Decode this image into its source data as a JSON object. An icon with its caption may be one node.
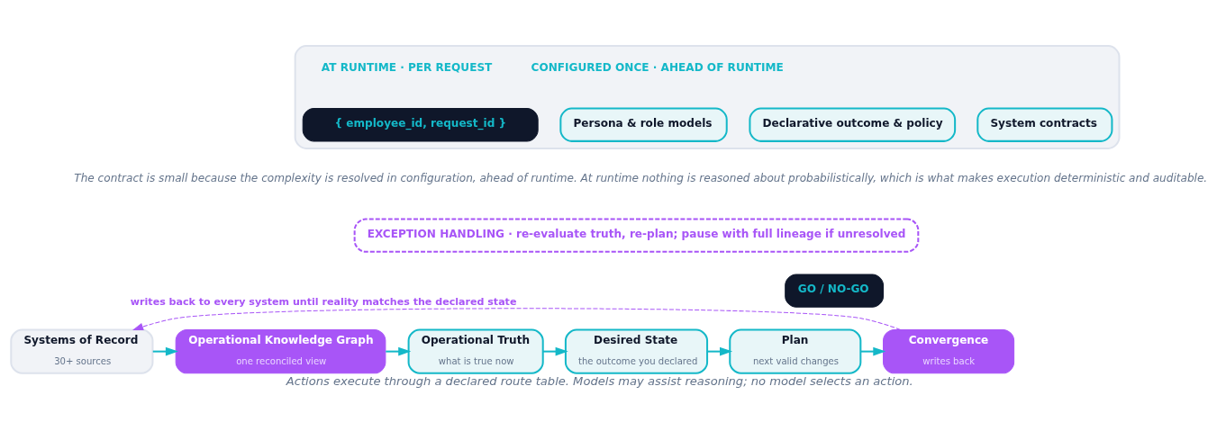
{
  "diagram": {
    "caption": "Actions execute through a declared route table. Models may assist reasoning; no model selects an action.",
    "nodes": [
      {
        "text": [],
        "shape": "box"
      },
      {
        "text": [
          "{ employee_id, request_id }"
        ],
        "in": 0
      },
      {
        "text": [
          "Persona & role models"
        ],
        "in": 0
      },
      {
        "text": [
          "Declarative outcome & policy"
        ],
        "in": 0
      },
      {
        "text": [
          "System contracts"
        ],
        "in": 0
      },
      {
        "text": [
          "EXCEPTION HANDLING · re-evaluate truth, re-plan; pause with full lineage if unresolved"
        ]
      },
      {
        "text": [
          "GO / NO-GO"
        ]
      },
      {
        "text": [
          "Systems of Record",
          "30+ sources"
        ]
      },
      {
        "text": [
          "Operational Knowledge Graph",
          "one reconciled view"
        ]
      },
      {
        "text": [
          "Operational Truth",
          "what is true now"
        ]
      },
      {
        "text": [
          "Desired State",
          "the outcome you declared"
        ]
      },
      {
        "text": [
          "Plan",
          "next valid changes"
        ]
      },
      {
        "text": [
          "Convergence",
          "writes back"
        ]
      }
    ],
    "edges": [
      {
        "from": 7,
        "to": 8,
        "arrow": "to"
      },
      {
        "from": 8,
        "to": 9,
        "arrow": "to"
      },
      {
        "from": 9,
        "to": 10,
        "arrow": "to"
      },
      {
        "from": 10,
        "to": 11,
        "arrow": "to"
      },
      {
        "from": 11,
        "to": 12,
        "arrow": "to"
      },
      {
        "from": 12,
        "to": 7,
        "arrow": "to",
        "label": "writes back to every system until reality matches the declared state",
        "style": "dashed",
        "color": "#a855f7"
      }
    ],
    "labels": [
      "AT RUNTIME · PER REQUEST",
      "CONFIGURED ONCE · AHEAD OF RUNTIME",
      "The contract is small because the complexity is resolved in configuration, ahead of runtime. At runtime nothing is reasoned about probabilistically, which is what makes execution deterministic and auditable."
    ]
  }
}
